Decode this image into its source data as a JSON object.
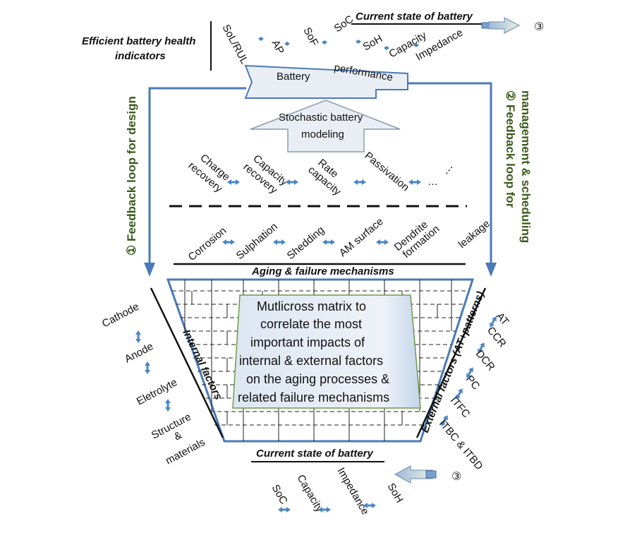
{
  "top": {
    "current_state_title": "Current state of battery",
    "circled_3": "③",
    "efficient_line1": "Efficient battery health",
    "efficient_line2": "indicators",
    "indicators": [
      "SoL/RUL",
      "AP",
      "SoF",
      "SoC",
      "SoH",
      "Capacity",
      "Impedance"
    ],
    "performance_left": "Battery",
    "performance_right": "performance",
    "stochastic_line1": "Stochastic battery",
    "stochastic_line2": "modeling"
  },
  "feedback": {
    "left": "① Feedback loop for design",
    "right_line1": "② Feedback loop for",
    "right_line2": "management & scheduling"
  },
  "recovery": {
    "charge_l1": "Charge",
    "charge_l2": "recovery",
    "capacity_l1": "Capacity",
    "capacity_l2": "recovery",
    "rate_l1": "Rate",
    "rate_l2": "capacity",
    "passivation": "Passivation",
    "dots": "…",
    "dots2": "⋮"
  },
  "mechanisms": {
    "corrosion": "Corrosion",
    "sulphation": "Sulphation",
    "shedding": "Shedding",
    "am_surface": "AM surface",
    "dendrite_l1": "Dendrite",
    "dendrite_l2": "formation",
    "leakage": "leakage",
    "title": "Aging & failure mechanisms"
  },
  "matrix": {
    "lines": [
      "Mutlicross matrix to",
      "correlate the most",
      "important impacts of",
      "internal & external factors",
      "on the aging processes &",
      "related failure mechanisms"
    ]
  },
  "internal": {
    "title": "Internal factors",
    "items": [
      "Cathode",
      "Anode",
      "Eletrolyte"
    ],
    "structure_l1": "Structure",
    "structure_l2": "&",
    "structure_l3": "materials"
  },
  "external": {
    "title": "External factors (AT+patterns)",
    "items": [
      "AT",
      "CCR",
      "DCR",
      "PC",
      "ITFC",
      "ITBC & ITBD"
    ]
  },
  "bottom": {
    "current_state_title": "Current state of battery",
    "circled_3": "③",
    "items": [
      "SoC",
      "Capacity",
      "Impedance",
      "SoH"
    ]
  },
  "colors": {
    "blue_line": "#4a7ab8",
    "arrow_blue": "#4a86c5",
    "shape_fill": "#e9eef5",
    "matrix_box": "#e6ecf5",
    "green_text": "#3a5a1a"
  }
}
